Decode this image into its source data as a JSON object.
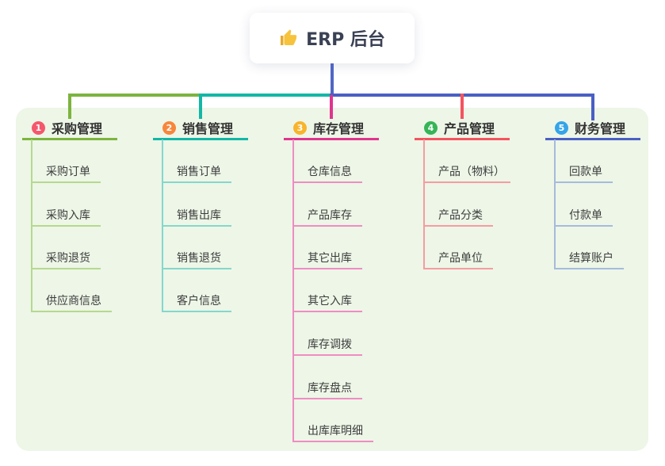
{
  "root": {
    "label": "ERP 后台",
    "icon": "thumbs-up-icon",
    "icon_color": "#f7c33d",
    "line_color": "#5066c5"
  },
  "canvas": {
    "background": "#edf6e7"
  },
  "branches": [
    {
      "label": "采购管理",
      "badge": "1",
      "badge_color": "#f5576c",
      "line_color": "#7cb43e",
      "child_line_color": "#b5d98e",
      "children": [
        "采购订单",
        "采购入库",
        "采购退货",
        "供应商信息"
      ]
    },
    {
      "label": "销售管理",
      "badge": "2",
      "badge_color": "#f8863b",
      "line_color": "#12b7a6",
      "child_line_color": "#85d7cb",
      "children": [
        "销售订单",
        "销售出库",
        "销售退货",
        "客户信息"
      ]
    },
    {
      "label": "库存管理",
      "badge": "3",
      "badge_color": "#f9b32c",
      "line_color": "#e0348e",
      "child_line_color": "#f08cc3",
      "children": [
        "仓库信息",
        "产品库存",
        "其它出库",
        "其它入库",
        "库存调拨",
        "库存盘点",
        "出库库明细"
      ]
    },
    {
      "label": "产品管理",
      "badge": "4",
      "badge_color": "#36b558",
      "line_color": "#f4545f",
      "child_line_color": "#f79ba1",
      "children": [
        "产品（物料）",
        "产品分类",
        "产品单位"
      ]
    },
    {
      "label": "财务管理",
      "badge": "5",
      "badge_color": "#35a4e9",
      "line_color": "#4a5fc4",
      "child_line_color": "#a6bbdb",
      "children": [
        "回款单",
        "付款单",
        "结算账户"
      ]
    }
  ]
}
